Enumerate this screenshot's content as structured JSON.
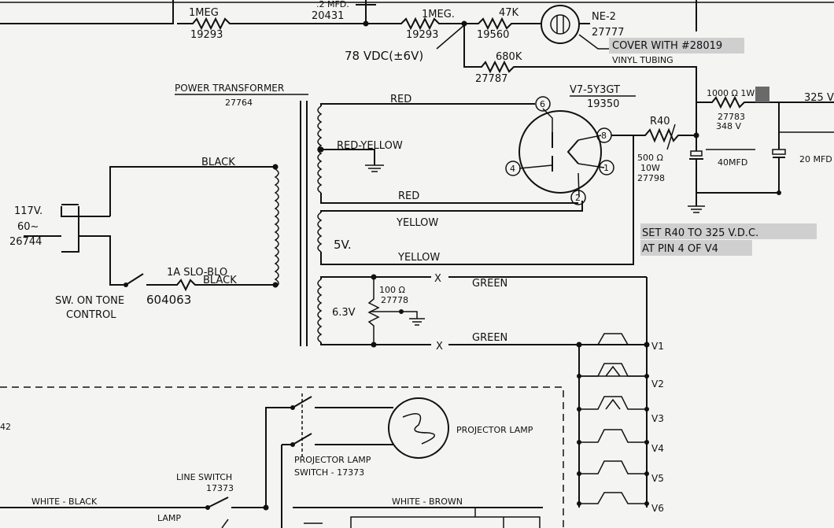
{
  "top": {
    "r1_value": "1MEG",
    "r1_part": "19293",
    "cap_value": ".2 MFD.",
    "cap_part": "20431",
    "r2_value": "1MEG.",
    "r2_part": "19293",
    "r3_value": "47K",
    "r3_part": "19560",
    "neon_label": "NE-2",
    "neon_part": "27777",
    "cover_note": "COVER WITH #28019",
    "vinyl_note": "VINYL TUBING",
    "voltage_note": "78 VDC(±6V)",
    "r4_value": "680K",
    "r4_part": "27787"
  },
  "transformer": {
    "title": "POWER TRANSFORMER",
    "part": "27764",
    "red": "RED",
    "red_yellow": "RED-YELLOW",
    "red2": "RED",
    "yellow1": "YELLOW",
    "five_v": "5V.",
    "yellow2": "YELLOW",
    "green1": "GREEN",
    "green2": "GREEN",
    "six_v": "6.3V",
    "pot_value": "100 Ω",
    "pot_part": "27778",
    "x1": "X",
    "x2": "X"
  },
  "primary": {
    "black1": "BLACK",
    "black2": "BLACK",
    "line_v": "117V.",
    "line_hz": "60~",
    "line_part": "26744",
    "fuse_label": "1A SLO-BLO",
    "fuse_part": "604063",
    "switch_label": "SW. ON TONE",
    "switch_label2": "CONTROL"
  },
  "rectifier": {
    "tube_label": "V7-5Y3GT",
    "tube_part": "19350",
    "pin6": "6",
    "pin8": "8",
    "pin4": "4",
    "pin1": "1",
    "pin2": "2",
    "r40_label": "R40",
    "r40_value": "500 Ω",
    "r40_watt": "10W",
    "r40_part": "27798",
    "res_value": "1000 Ω 1W",
    "res_part": "27783",
    "res_v": "348 V",
    "cap1": "40MFD",
    "cap2": "20 MFD",
    "out_v": "325 V",
    "note1": "SET R40 TO 325 V.D.C.",
    "note2": "AT PIN 4 OF V4"
  },
  "heaters": {
    "v1": "V1",
    "v2": "V2",
    "v3": "V3",
    "v4": "V4",
    "v5": "V5",
    "v6": "V6"
  },
  "lower": {
    "left_num": "42",
    "projector_lamp": "PROJECTOR LAMP",
    "lamp_switch": "PROJECTOR LAMP",
    "lamp_switch_part": "SWITCH - 17373",
    "line_switch": "LINE SWITCH",
    "line_switch_part": "17373",
    "white_black": "WHITE - BLACK",
    "white_brown": "WHITE - BROWN",
    "lamp": "LAMP"
  }
}
